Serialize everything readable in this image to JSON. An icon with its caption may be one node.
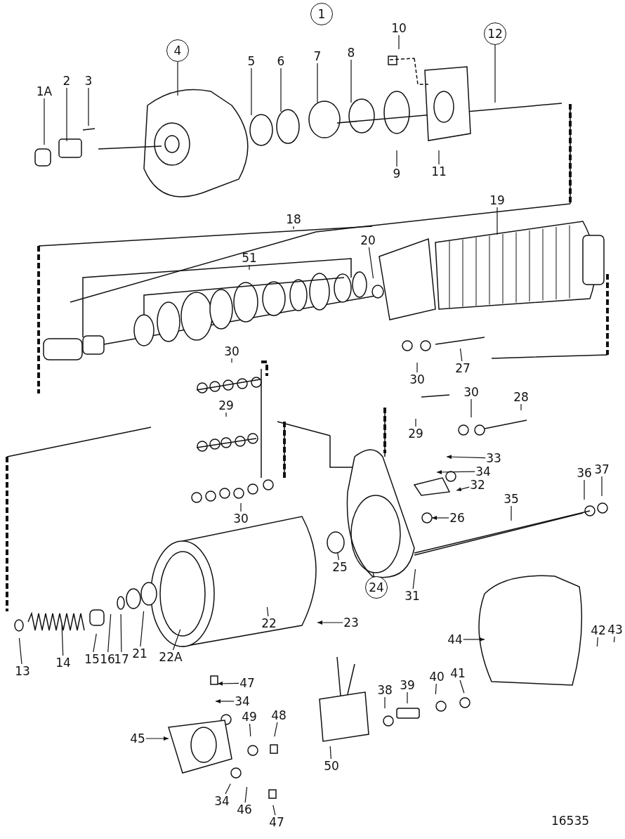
{
  "diagram": {
    "nodes": [
      {
        "text": [
          "1"
        ]
      },
      {
        "text": [
          "10"
        ]
      },
      {
        "text": [
          "12"
        ]
      },
      {
        "text": [
          "4"
        ]
      },
      {
        "text": [
          "7"
        ]
      },
      {
        "text": [
          "8"
        ]
      },
      {
        "text": [
          "5"
        ]
      },
      {
        "text": [
          "6"
        ]
      },
      {
        "text": [
          "2"
        ]
      },
      {
        "text": [
          "3"
        ]
      },
      {
        "text": [
          "1A"
        ]
      },
      {
        "text": [
          "9"
        ]
      },
      {
        "text": [
          "11"
        ]
      },
      {
        "text": [
          "19"
        ]
      },
      {
        "text": [
          "18"
        ]
      },
      {
        "text": [
          "20"
        ]
      },
      {
        "text": [
          "51"
        ]
      },
      {
        "text": [
          "30"
        ]
      },
      {
        "text": [
          "27"
        ]
      },
      {
        "text": [
          "30"
        ]
      },
      {
        "text": [
          "30"
        ]
      },
      {
        "text": [
          "28"
        ]
      },
      {
        "text": [
          "29"
        ]
      },
      {
        "text": [
          "29"
        ]
      },
      {
        "text": [
          "33"
        ]
      },
      {
        "text": [
          "34"
        ]
      },
      {
        "text": [
          "37"
        ]
      },
      {
        "text": [
          "36"
        ]
      },
      {
        "text": [
          "32"
        ]
      },
      {
        "text": [
          "35"
        ]
      },
      {
        "text": [
          "30"
        ]
      },
      {
        "text": [
          "26"
        ]
      },
      {
        "text": [
          "25"
        ]
      },
      {
        "text": [
          "24"
        ]
      },
      {
        "text": [
          "31"
        ]
      },
      {
        "text": [
          "23"
        ]
      },
      {
        "text": [
          "22"
        ]
      },
      {
        "text": [
          "21"
        ]
      },
      {
        "text": [
          "17"
        ]
      },
      {
        "text": [
          "16"
        ]
      },
      {
        "text": [
          "15"
        ]
      },
      {
        "text": [
          "14"
        ]
      },
      {
        "text": [
          "13"
        ]
      },
      {
        "text": [
          "22A"
        ]
      },
      {
        "text": [
          "44"
        ]
      },
      {
        "text": [
          "42"
        ]
      },
      {
        "text": [
          "43"
        ]
      },
      {
        "text": [
          "47"
        ]
      },
      {
        "text": [
          "34"
        ]
      },
      {
        "text": [
          "38"
        ]
      },
      {
        "text": [
          "39"
        ]
      },
      {
        "text": [
          "40"
        ]
      },
      {
        "text": [
          "41"
        ]
      },
      {
        "text": [
          "49"
        ]
      },
      {
        "text": [
          "48"
        ]
      },
      {
        "text": [
          "45"
        ]
      },
      {
        "text": [
          "50"
        ]
      },
      {
        "text": [
          "34"
        ]
      },
      {
        "text": [
          "46"
        ]
      },
      {
        "text": [
          "47"
        ]
      }
    ],
    "edges": [
      {
        "from": 1,
        "to": null,
        "arrow": "none"
      },
      {
        "from": 2,
        "to": null,
        "arrow": "none"
      },
      {
        "from": 3,
        "to": null,
        "arrow": "none"
      },
      {
        "from": 4,
        "to": null,
        "arrow": "none"
      },
      {
        "from": 5,
        "to": null,
        "arrow": "none"
      },
      {
        "from": 6,
        "to": null,
        "arrow": "none"
      },
      {
        "from": 7,
        "to": null,
        "arrow": "none"
      },
      {
        "from": 8,
        "to": null,
        "arrow": "none"
      },
      {
        "from": 9,
        "to": null,
        "arrow": "none"
      },
      {
        "from": 10,
        "to": null,
        "arrow": "none"
      },
      {
        "from": 11,
        "to": null,
        "arrow": "none"
      },
      {
        "from": 12,
        "to": null,
        "arrow": "none"
      },
      {
        "from": 13,
        "to": null,
        "arrow": "none"
      },
      {
        "from": 14,
        "to": null,
        "arrow": "none"
      },
      {
        "from": 15,
        "to": null,
        "arrow": "none"
      },
      {
        "from": 16,
        "to": null,
        "arrow": "none"
      },
      {
        "from": 17,
        "to": null,
        "arrow": "none"
      },
      {
        "from": 18,
        "to": null,
        "arrow": "none"
      },
      {
        "from": 19,
        "to": null,
        "arrow": "none"
      },
      {
        "from": 20,
        "to": null,
        "arrow": "none"
      },
      {
        "from": 21,
        "to": null,
        "arrow": "none"
      },
      {
        "from": 22,
        "to": null,
        "arrow": "none"
      },
      {
        "from": 23,
        "to": null,
        "arrow": "none"
      },
      {
        "from": 24,
        "to": null,
        "arrow": "to"
      },
      {
        "from": 25,
        "to": null,
        "arrow": "to"
      },
      {
        "from": 26,
        "to": null,
        "arrow": "none"
      },
      {
        "from": 27,
        "to": null,
        "arrow": "none"
      },
      {
        "from": 28,
        "to": null,
        "arrow": "to"
      },
      {
        "from": 29,
        "to": null,
        "arrow": "none"
      },
      {
        "from": 30,
        "to": null,
        "arrow": "none"
      },
      {
        "from": 31,
        "to": null,
        "arrow": "to"
      },
      {
        "from": 32,
        "to": null,
        "arrow": "none"
      },
      {
        "from": 33,
        "to": null,
        "arrow": "none"
      },
      {
        "from": 34,
        "to": null,
        "arrow": "none"
      },
      {
        "from": 35,
        "to": null,
        "arrow": "to"
      },
      {
        "from": 36,
        "to": null,
        "arrow": "none"
      },
      {
        "from": 37,
        "to": null,
        "arrow": "none"
      },
      {
        "from": 38,
        "to": null,
        "arrow": "none"
      },
      {
        "from": 39,
        "to": null,
        "arrow": "none"
      },
      {
        "from": 40,
        "to": null,
        "arrow": "none"
      },
      {
        "from": 41,
        "to": null,
        "arrow": "none"
      },
      {
        "from": 42,
        "to": null,
        "arrow": "none"
      },
      {
        "from": 43,
        "to": null,
        "arrow": "none"
      },
      {
        "from": 44,
        "to": null,
        "arrow": "to"
      },
      {
        "from": 45,
        "to": null,
        "arrow": "none"
      },
      {
        "from": 46,
        "to": null,
        "arrow": "none"
      },
      {
        "from": 47,
        "to": null,
        "arrow": "to"
      },
      {
        "from": 48,
        "to": null,
        "arrow": "to"
      },
      {
        "from": 49,
        "to": null,
        "arrow": "none"
      },
      {
        "from": 50,
        "to": null,
        "arrow": "none"
      },
      {
        "from": 51,
        "to": null,
        "arrow": "none"
      },
      {
        "from": 52,
        "to": null,
        "arrow": "none"
      },
      {
        "from": 53,
        "to": null,
        "arrow": "none"
      },
      {
        "from": 54,
        "to": null,
        "arrow": "none"
      },
      {
        "from": 55,
        "to": null,
        "arrow": "to"
      },
      {
        "from": 56,
        "to": null,
        "arrow": "none"
      },
      {
        "from": 57,
        "to": null,
        "arrow": "none"
      },
      {
        "from": 58,
        "to": null,
        "arrow": "none"
      },
      {
        "from": 59,
        "to": null,
        "arrow": "none"
      }
    ],
    "labels": [
      "16535"
    ]
  }
}
